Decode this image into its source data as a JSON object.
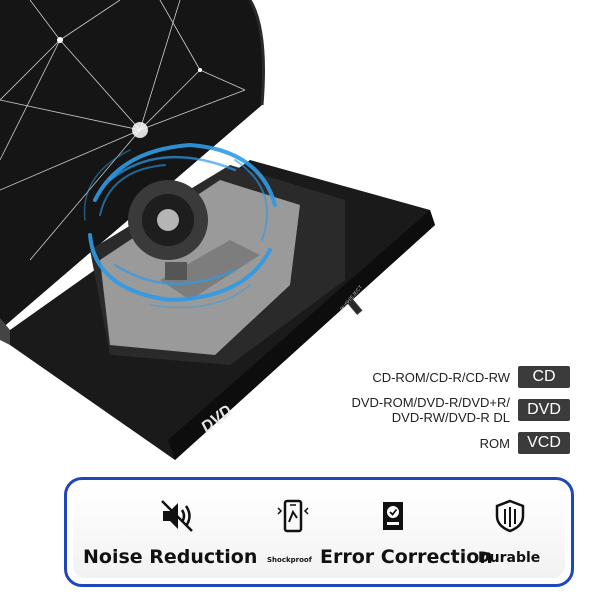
{
  "drive": {
    "label_dvd": "DVD",
    "label_eject": "PUSH/EJECT"
  },
  "formats": [
    {
      "text": "CD-ROM/CD-R/CD-RW",
      "badge": "CD"
    },
    {
      "text": "DVD-ROM/DVD-R/DVD+R/\nDVD-RW/DVD-R DL",
      "badge": "DVD"
    },
    {
      "text": "ROM",
      "badge": "VCD"
    }
  ],
  "features": [
    {
      "label": "Noise Reduction",
      "icon": "speaker-muted-icon"
    },
    {
      "label": "Shockproof",
      "icon": "phone-shockproof-icon"
    },
    {
      "label": "Error Correction",
      "icon": "check-clipboard-icon"
    },
    {
      "label": "Durable",
      "icon": "shield-icon"
    }
  ],
  "colors": {
    "frame_blue": "#1f47b8",
    "badge_gray": "#3b3b3b",
    "swirl_blue": "#2f9be6"
  }
}
